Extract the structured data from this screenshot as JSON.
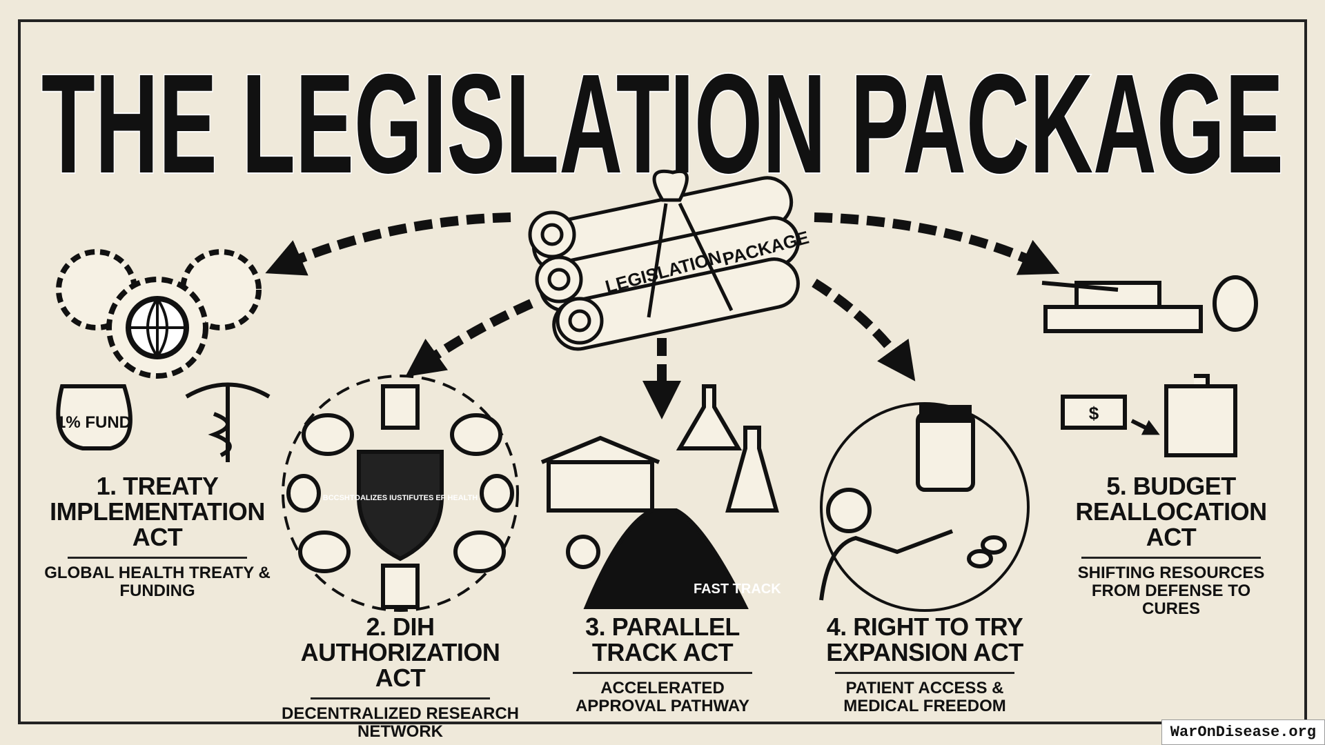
{
  "title": "THE LEGISLATION PACKAGE",
  "bundle": {
    "scroll_label_1": "LEGISLATION",
    "scroll_label_2": "PACKAGE"
  },
  "acts": [
    {
      "title": "1. TREATY IMPLEMENTATION ACT",
      "subtitle": "GLOBAL HEALTH TREATY & FUNDING",
      "icon_text": "1% FUND"
    },
    {
      "title": "2. DIH AUTHORIZATION ACT",
      "subtitle": "DECENTRALIZED RESEARCH NETWORK",
      "icon_text": "BCCSHTOALIZES IUSTIFUTES EF HEALTH"
    },
    {
      "title": "3. PARALLEL TRACK ACT",
      "subtitle": "ACCELERATED APPROVAL PATHWAY",
      "icon_text": "FAST TRACK"
    },
    {
      "title": "4. RIGHT TO TRY EXPANSION ACT",
      "subtitle": "PATIENT ACCESS & MEDICAL FREEDOM"
    },
    {
      "title": "5. BUDGET REALLOCATION ACT",
      "subtitle": "SHIFTING RESOURCES FROM DEFENSE TO CURES",
      "icon_text": "$"
    }
  ],
  "watermark": "WarOnDisease.org",
  "colors": {
    "background": "#efe9da",
    "ink": "#111111"
  }
}
